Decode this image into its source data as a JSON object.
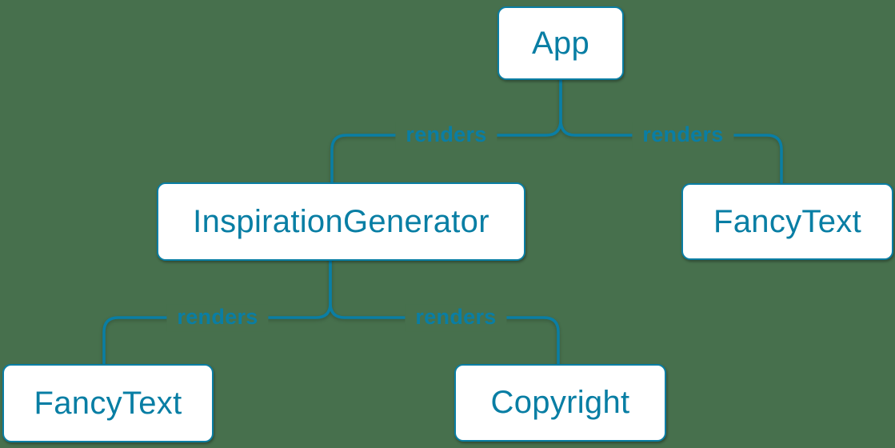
{
  "colors": {
    "background": "#47704d",
    "accent": "#0a7ea4",
    "node_text": "#087ea4",
    "node_fill": "#ffffff"
  },
  "nodes": [
    {
      "id": "app",
      "label": "App"
    },
    {
      "id": "inspiration-generator",
      "label": "InspirationGenerator"
    },
    {
      "id": "fancy-text-top",
      "label": "FancyText"
    },
    {
      "id": "fancy-text-bottom",
      "label": "FancyText"
    },
    {
      "id": "copyright",
      "label": "Copyright"
    }
  ],
  "edges": [
    {
      "from": "App",
      "to": "InspirationGenerator",
      "label": "renders"
    },
    {
      "from": "App",
      "to": "FancyText",
      "label": "renders"
    },
    {
      "from": "InspirationGenerator",
      "to": "FancyText",
      "label": "renders"
    },
    {
      "from": "InspirationGenerator",
      "to": "Copyright",
      "label": "renders"
    }
  ]
}
